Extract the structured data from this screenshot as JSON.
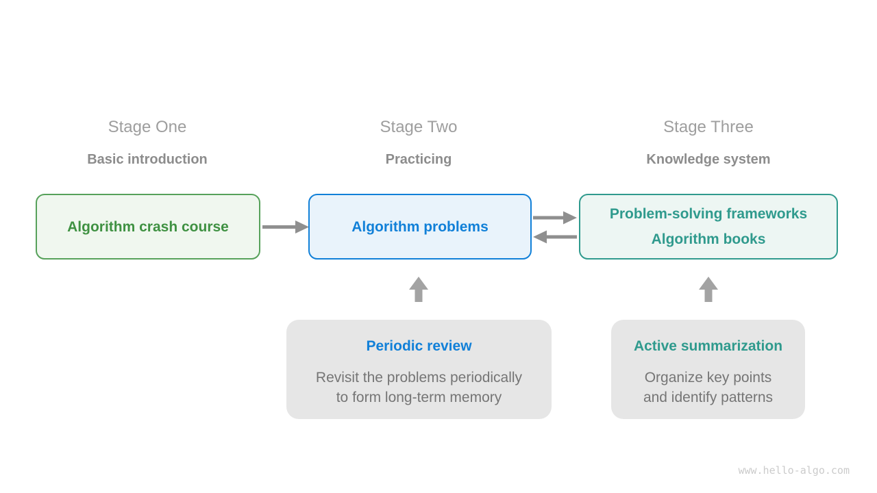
{
  "diagram": {
    "stages": [
      {
        "title": "Stage One",
        "subtitle": "Basic introduction",
        "box": {
          "line1": "Algorithm crash course"
        }
      },
      {
        "title": "Stage Two",
        "subtitle": "Practicing",
        "box": {
          "line1": "Algorithm problems"
        }
      },
      {
        "title": "Stage Three",
        "subtitle": "Knowledge system",
        "box": {
          "line1": "Problem-solving frameworks",
          "line2": "Algorithm books"
        }
      }
    ],
    "notes": [
      {
        "title": "Periodic review",
        "line1": "Revisit the problems periodically",
        "line2": "to form long-term memory"
      },
      {
        "title": "Active summarization",
        "line1": "Organize key points",
        "line2": "and identify patterns"
      }
    ],
    "watermark": "www.hello-algo.com"
  },
  "colors": {
    "green_text": "#3f9142",
    "green_border": "#56a15a",
    "green_fill": "#f0f7ef",
    "blue_text": "#1180d8",
    "blue_border": "#1180d8",
    "blue_fill": "#e9f3fb",
    "teal_text": "#2f9a8d",
    "teal_border": "#2f9a8d",
    "teal_fill": "#edf6f3",
    "stage_title_gray": "#9e9e9e",
    "stage_subtitle_gray": "#8c8c8c",
    "note_fill": "#e6e6e6",
    "note_body_gray": "#757575",
    "arrow_gray": "#8f8f8f",
    "block_arrow_gray": "#a3a3a3",
    "watermark_gray": "#cbcbcb"
  }
}
